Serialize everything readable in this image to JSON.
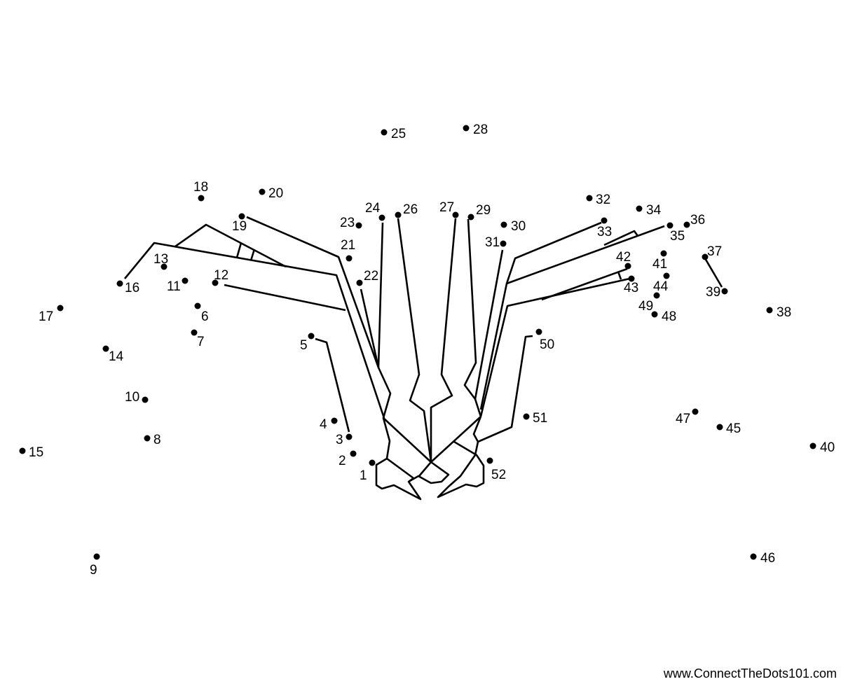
{
  "puzzle": {
    "dot_labels": [
      "1",
      "2",
      "3",
      "4",
      "5",
      "6",
      "7",
      "8",
      "9",
      "10",
      "11",
      "12",
      "13",
      "14",
      "15",
      "16",
      "17",
      "18",
      "19",
      "20",
      "21",
      "22",
      "23",
      "24",
      "25",
      "26",
      "27",
      "28",
      "29",
      "30",
      "31",
      "32",
      "33",
      "34",
      "35",
      "36",
      "37",
      "38",
      "39",
      "40",
      "41",
      "42",
      "43",
      "44",
      "45",
      "46",
      "47",
      "48",
      "49",
      "50",
      "51",
      "52"
    ],
    "dot_color": "#000000",
    "line_color": "#000000"
  },
  "footer": {
    "website": "www.ConnectTheDots101.com"
  }
}
